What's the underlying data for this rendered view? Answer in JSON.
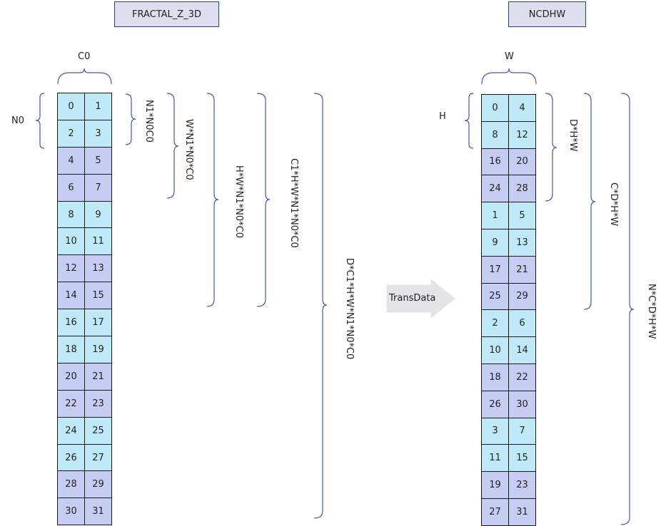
{
  "left": {
    "title": "FRACTAL_Z_3D",
    "top_label": "C0",
    "side_label": "N0",
    "rows": [
      [
        0,
        1
      ],
      [
        2,
        3
      ],
      [
        4,
        5
      ],
      [
        6,
        7
      ],
      [
        8,
        9
      ],
      [
        10,
        11
      ],
      [
        12,
        13
      ],
      [
        14,
        15
      ],
      [
        16,
        17
      ],
      [
        18,
        19
      ],
      [
        20,
        21
      ],
      [
        22,
        23
      ],
      [
        24,
        25
      ],
      [
        26,
        27
      ],
      [
        28,
        29
      ],
      [
        30,
        31
      ]
    ],
    "brackets": [
      "N1*N0C0",
      "W*N1*N0*C0",
      "H*W*N1*N0*C0",
      "C1*H*W*N1*N0*C0",
      "D*C1*H*W*N1*N0*C0"
    ]
  },
  "arrow": {
    "label": "TransData"
  },
  "right": {
    "title": "NCDHW",
    "top_label": "W",
    "side_label": "H",
    "rows": [
      [
        0,
        4
      ],
      [
        8,
        12
      ],
      [
        16,
        20
      ],
      [
        24,
        28
      ],
      [
        1,
        5
      ],
      [
        9,
        13
      ],
      [
        17,
        21
      ],
      [
        25,
        29
      ],
      [
        2,
        6
      ],
      [
        10,
        14
      ],
      [
        18,
        22
      ],
      [
        26,
        30
      ],
      [
        3,
        7
      ],
      [
        11,
        15
      ],
      [
        19,
        23
      ],
      [
        27,
        31
      ]
    ],
    "brackets": [
      "D*H*W",
      "C*D*H*W",
      "N*C*D*H*W"
    ]
  },
  "colors": {
    "cell_light": "#bfe9f7",
    "cell_dark": "#c7cdf2",
    "bracket": "#4a55a2",
    "arrow": "#e3e4e8"
  }
}
